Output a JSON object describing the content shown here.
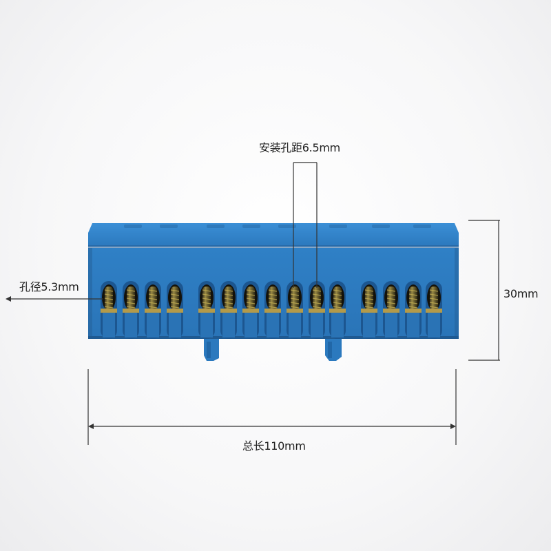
{
  "image": {
    "subject": "blue terminal block busbar with 15 brass screw terminals",
    "colors": {
      "housing": "#2f7fc4",
      "housing_dark": "#1f5e9a",
      "brass": "#8a7a3a",
      "dimension_line": "#333333",
      "background": "#f6f6f7"
    }
  },
  "annotations": {
    "mounting_hole_spacing": "安装孔距6.5mm",
    "hole_diameter": "孔径5.3mm",
    "height": "30mm",
    "total_length": "总长110mm"
  },
  "terminals": {
    "count": 15
  }
}
